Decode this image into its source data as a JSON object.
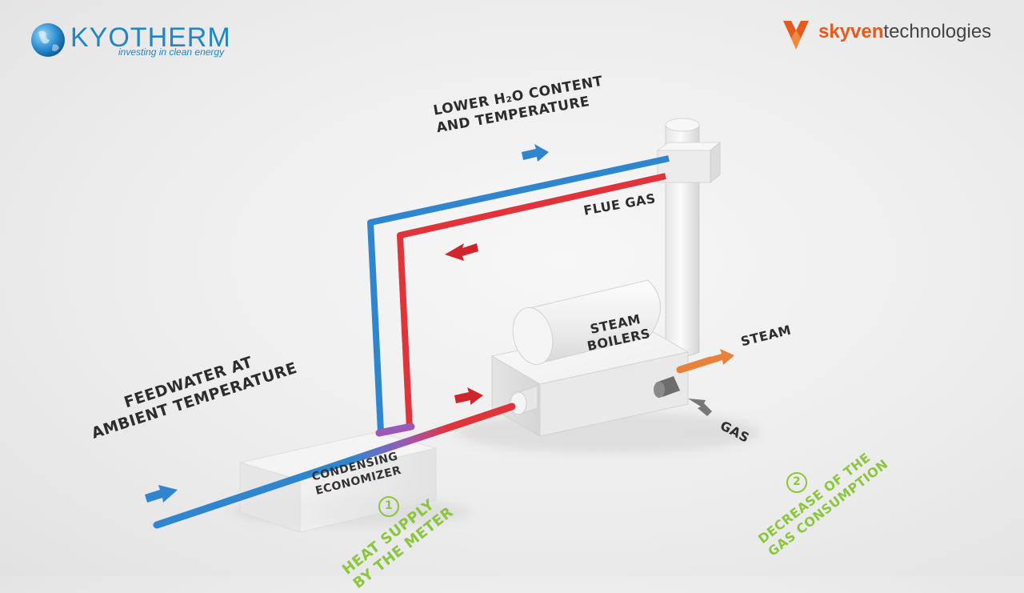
{
  "logos": {
    "kyotherm": {
      "name": "KYOTHERM",
      "tagline": "investing in clean energy"
    },
    "skyven": {
      "name_bold": "skyven",
      "name_rest": "technologies"
    }
  },
  "labels": {
    "lower_h2o_line1": "LOWER H₂O CONTENT",
    "lower_h2o_line2": "AND TEMPERATURE",
    "flue_gas": "FLUE GAS",
    "steam_boilers_line1": "STEAM",
    "steam_boilers_line2": "BOILERS",
    "steam": "STEAM",
    "gas": "GAS",
    "feedwater_line1": "FEEDWATER AT",
    "feedwater_line2": "AMBIENT TEMPERATURE",
    "condensing_line1": "CONDENSING",
    "condensing_line2": "ECONOMIZER"
  },
  "benefits": [
    {
      "number": "1",
      "line1": "HEAT SUPPLY",
      "line2": "BY THE METER"
    },
    {
      "number": "2",
      "line1": "DECREASE OF THE",
      "line2": "GAS CONSUMPTION"
    }
  ],
  "colors": {
    "cold_water": "#2f86cf",
    "hot_gas": "#e0343a",
    "mixed": "#9b59b6",
    "steam": "#e8823a",
    "gas": "#7a7a7a",
    "equipment": "#eeeeee",
    "benefit_text": "#8cc63f"
  }
}
